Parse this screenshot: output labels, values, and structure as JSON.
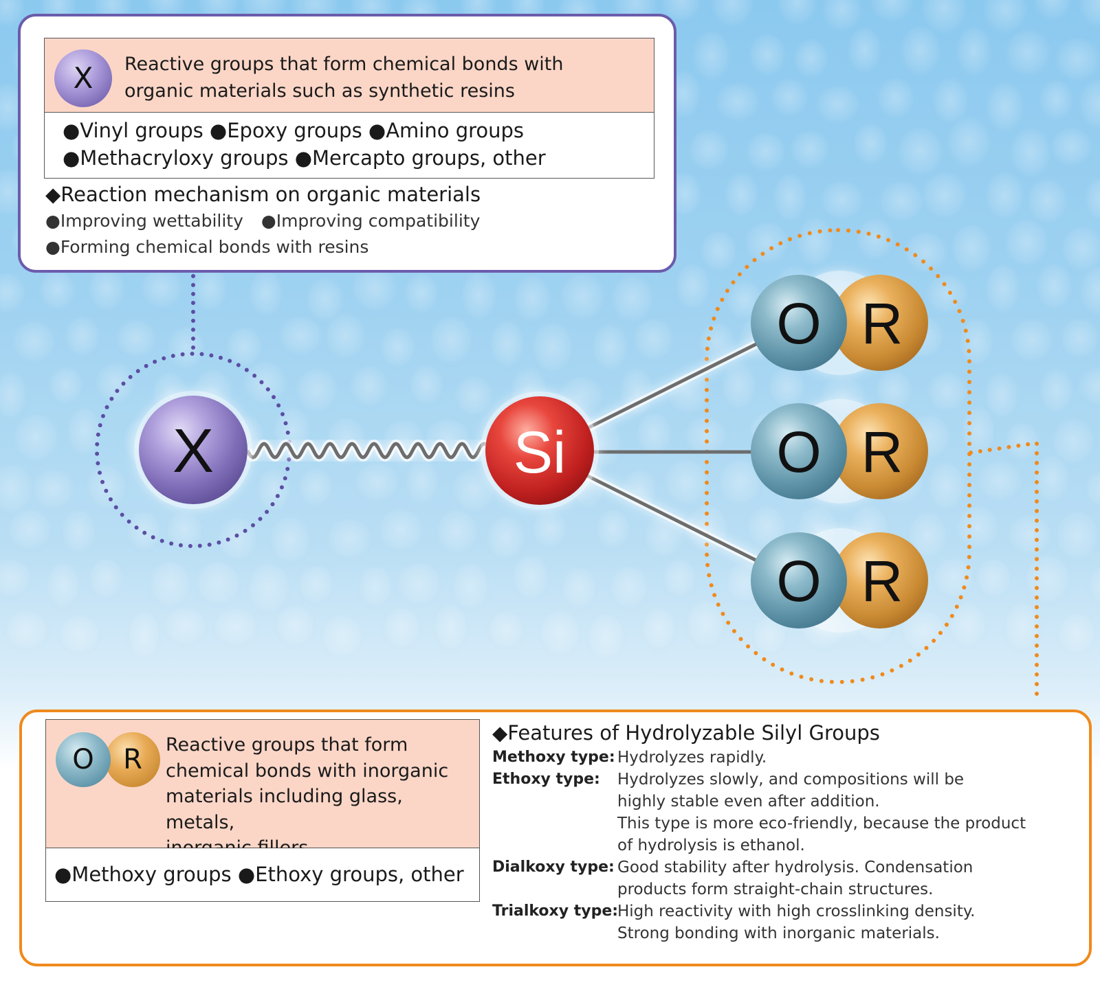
{
  "organic_box": {
    "header_symbol": "X",
    "header_text_lines": [
      "Reactive groups that form chemical bonds with",
      "organic materials such as synthetic resins"
    ],
    "group_lines": [
      "●Vinyl groups ●Epoxy groups ●Amino groups",
      "●Methacryloxy groups ●Mercapto groups, other"
    ],
    "mechanism_title": "◆Reaction mechanism on organic materials",
    "mechanism_items": [
      "●Improving wettability",
      "●Improving compatibility",
      "●Forming chemical bonds with resins"
    ]
  },
  "molecule": {
    "functional_atom": "X",
    "center_atom": "Si",
    "alkoxy_groups": [
      {
        "o": "O",
        "r": "R"
      },
      {
        "o": "O",
        "r": "R"
      },
      {
        "o": "O",
        "r": "R"
      }
    ]
  },
  "inorganic_box": {
    "header_symbols": [
      "O",
      "R"
    ],
    "header_text_lines": [
      "Reactive groups that form",
      "chemical bonds with inorganic",
      "materials including glass, metals,",
      "inorganic fillers"
    ],
    "group_line": "●Methoxy groups ●Ethoxy groups, other"
  },
  "features": {
    "title": "◆Features of Hydrolyzable Silyl Groups",
    "types": [
      {
        "label": "Methoxy type:",
        "lines": [
          "Hydrolyzes rapidly."
        ]
      },
      {
        "label": "Ethoxy type:",
        "lines": [
          "Hydrolyzes slowly, and compositions will be",
          "highly stable even after addition.",
          "This type is more eco-friendly, because the product",
          "of hydrolysis is ethanol."
        ]
      },
      {
        "label": "Dialkoxy type:",
        "lines": [
          "Good stability after hydrolysis. Condensation",
          "products form straight-chain structures."
        ]
      },
      {
        "label": "Trialkoxy type:",
        "lines": [
          "High reactivity with high crosslinking density.",
          "Strong bonding with inorganic materials."
        ]
      }
    ]
  },
  "colors": {
    "organic_accent": "#6b5cab",
    "inorganic_accent": "#ef8a1c",
    "silicon": "#d9302c",
    "oxygen": "#5d92a7",
    "alkyl": "#e8aa55",
    "header_fill": "#fbd6c7"
  }
}
